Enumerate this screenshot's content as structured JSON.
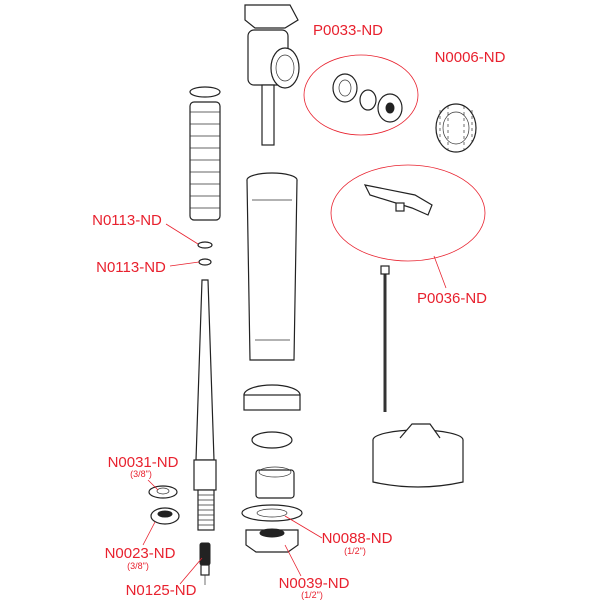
{
  "diagram": {
    "accent_color": "#e8212e",
    "labels": [
      {
        "code": "P0033-ND",
        "size": ""
      },
      {
        "code": "N0006-ND",
        "size": ""
      },
      {
        "code": "P0036-ND",
        "size": ""
      },
      {
        "code": "N0113-ND",
        "size": ""
      },
      {
        "code": "N0113-ND",
        "size": ""
      },
      {
        "code": "N0031-ND",
        "size": "(3/8\")"
      },
      {
        "code": "N0023-ND",
        "size": "(3/8\")"
      },
      {
        "code": "N0125-ND",
        "size": ""
      },
      {
        "code": "N0088-ND",
        "size": "(1/2\")"
      },
      {
        "code": "N0039-ND",
        "size": "(1/2\")"
      }
    ]
  }
}
